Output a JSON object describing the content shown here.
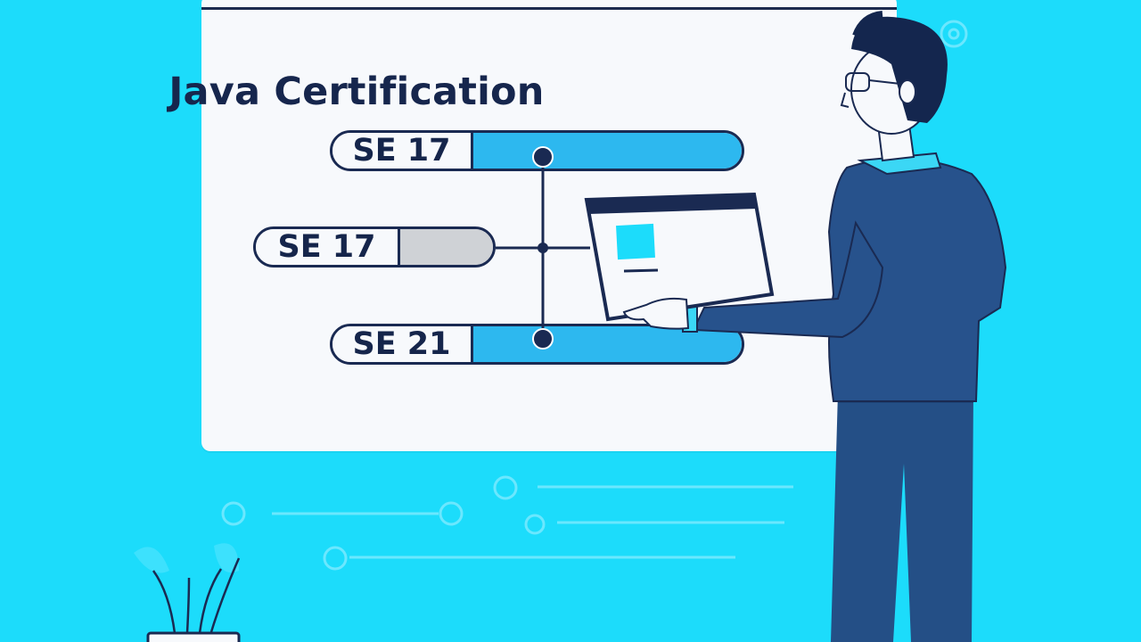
{
  "title": "Java Certification",
  "certifications": [
    {
      "label": "SE 17",
      "status": "active"
    },
    {
      "label": "SE 17",
      "status": "inactive"
    },
    {
      "label": "SE 21",
      "status": "active"
    }
  ],
  "colors": {
    "background": "#1cdcfb",
    "board": "#f7f9fc",
    "navy": "#1a2a52",
    "active_fill": "#2db8ef",
    "inactive_fill": "#cfd2d6"
  }
}
